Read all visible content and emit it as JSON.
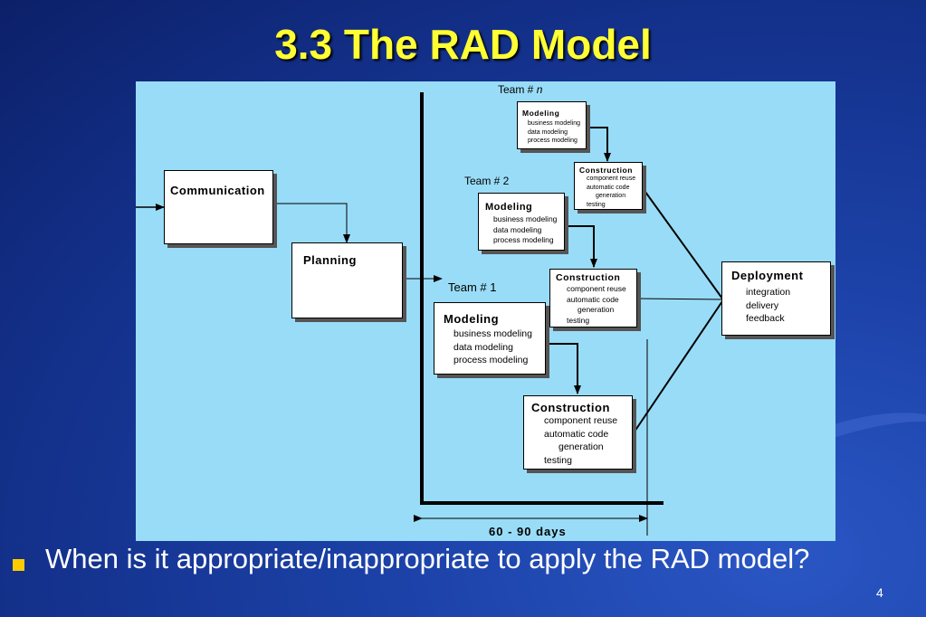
{
  "slide": {
    "title": "3.3 The RAD Model",
    "question": "When is it appropriate/inappropriate to apply the RAD model?",
    "page_number": "4",
    "colors": {
      "title": "#ffff33",
      "panel": "#99dcf7",
      "bullet": "#ffcc00",
      "background": "#1c42a8"
    }
  },
  "diagram": {
    "communication": "Communication",
    "planning": "Planning",
    "deployment": {
      "label": "Deployment",
      "items": [
        "integration",
        "delivery",
        "feedback"
      ]
    },
    "teams": [
      {
        "label": "Team # 1",
        "modeling": {
          "label": "Modeling",
          "items": [
            "business modeling",
            "data modeling",
            "process modeling"
          ]
        },
        "construction": {
          "label": "Construction",
          "items": [
            "component reuse",
            "automatic code",
            "generation",
            "testing"
          ]
        }
      },
      {
        "label": "Team # 2",
        "modeling": {
          "label": "Modeling",
          "items": [
            "business modeling",
            "data modeling",
            "process modeling"
          ]
        },
        "construction": {
          "label": "Construction",
          "items": [
            "component reuse",
            "automatic code",
            "generation",
            "testing"
          ]
        }
      },
      {
        "label_prefix": "Team # ",
        "label_suffix": "n",
        "modeling": {
          "label": "Modeling",
          "items": [
            "business modeling",
            "data modeling",
            "process modeling"
          ]
        },
        "construction": {
          "label": "Construction",
          "items": [
            "component reuse",
            "automatic code",
            "generation",
            "testing"
          ]
        }
      }
    ],
    "duration": "60 - 90 days"
  }
}
